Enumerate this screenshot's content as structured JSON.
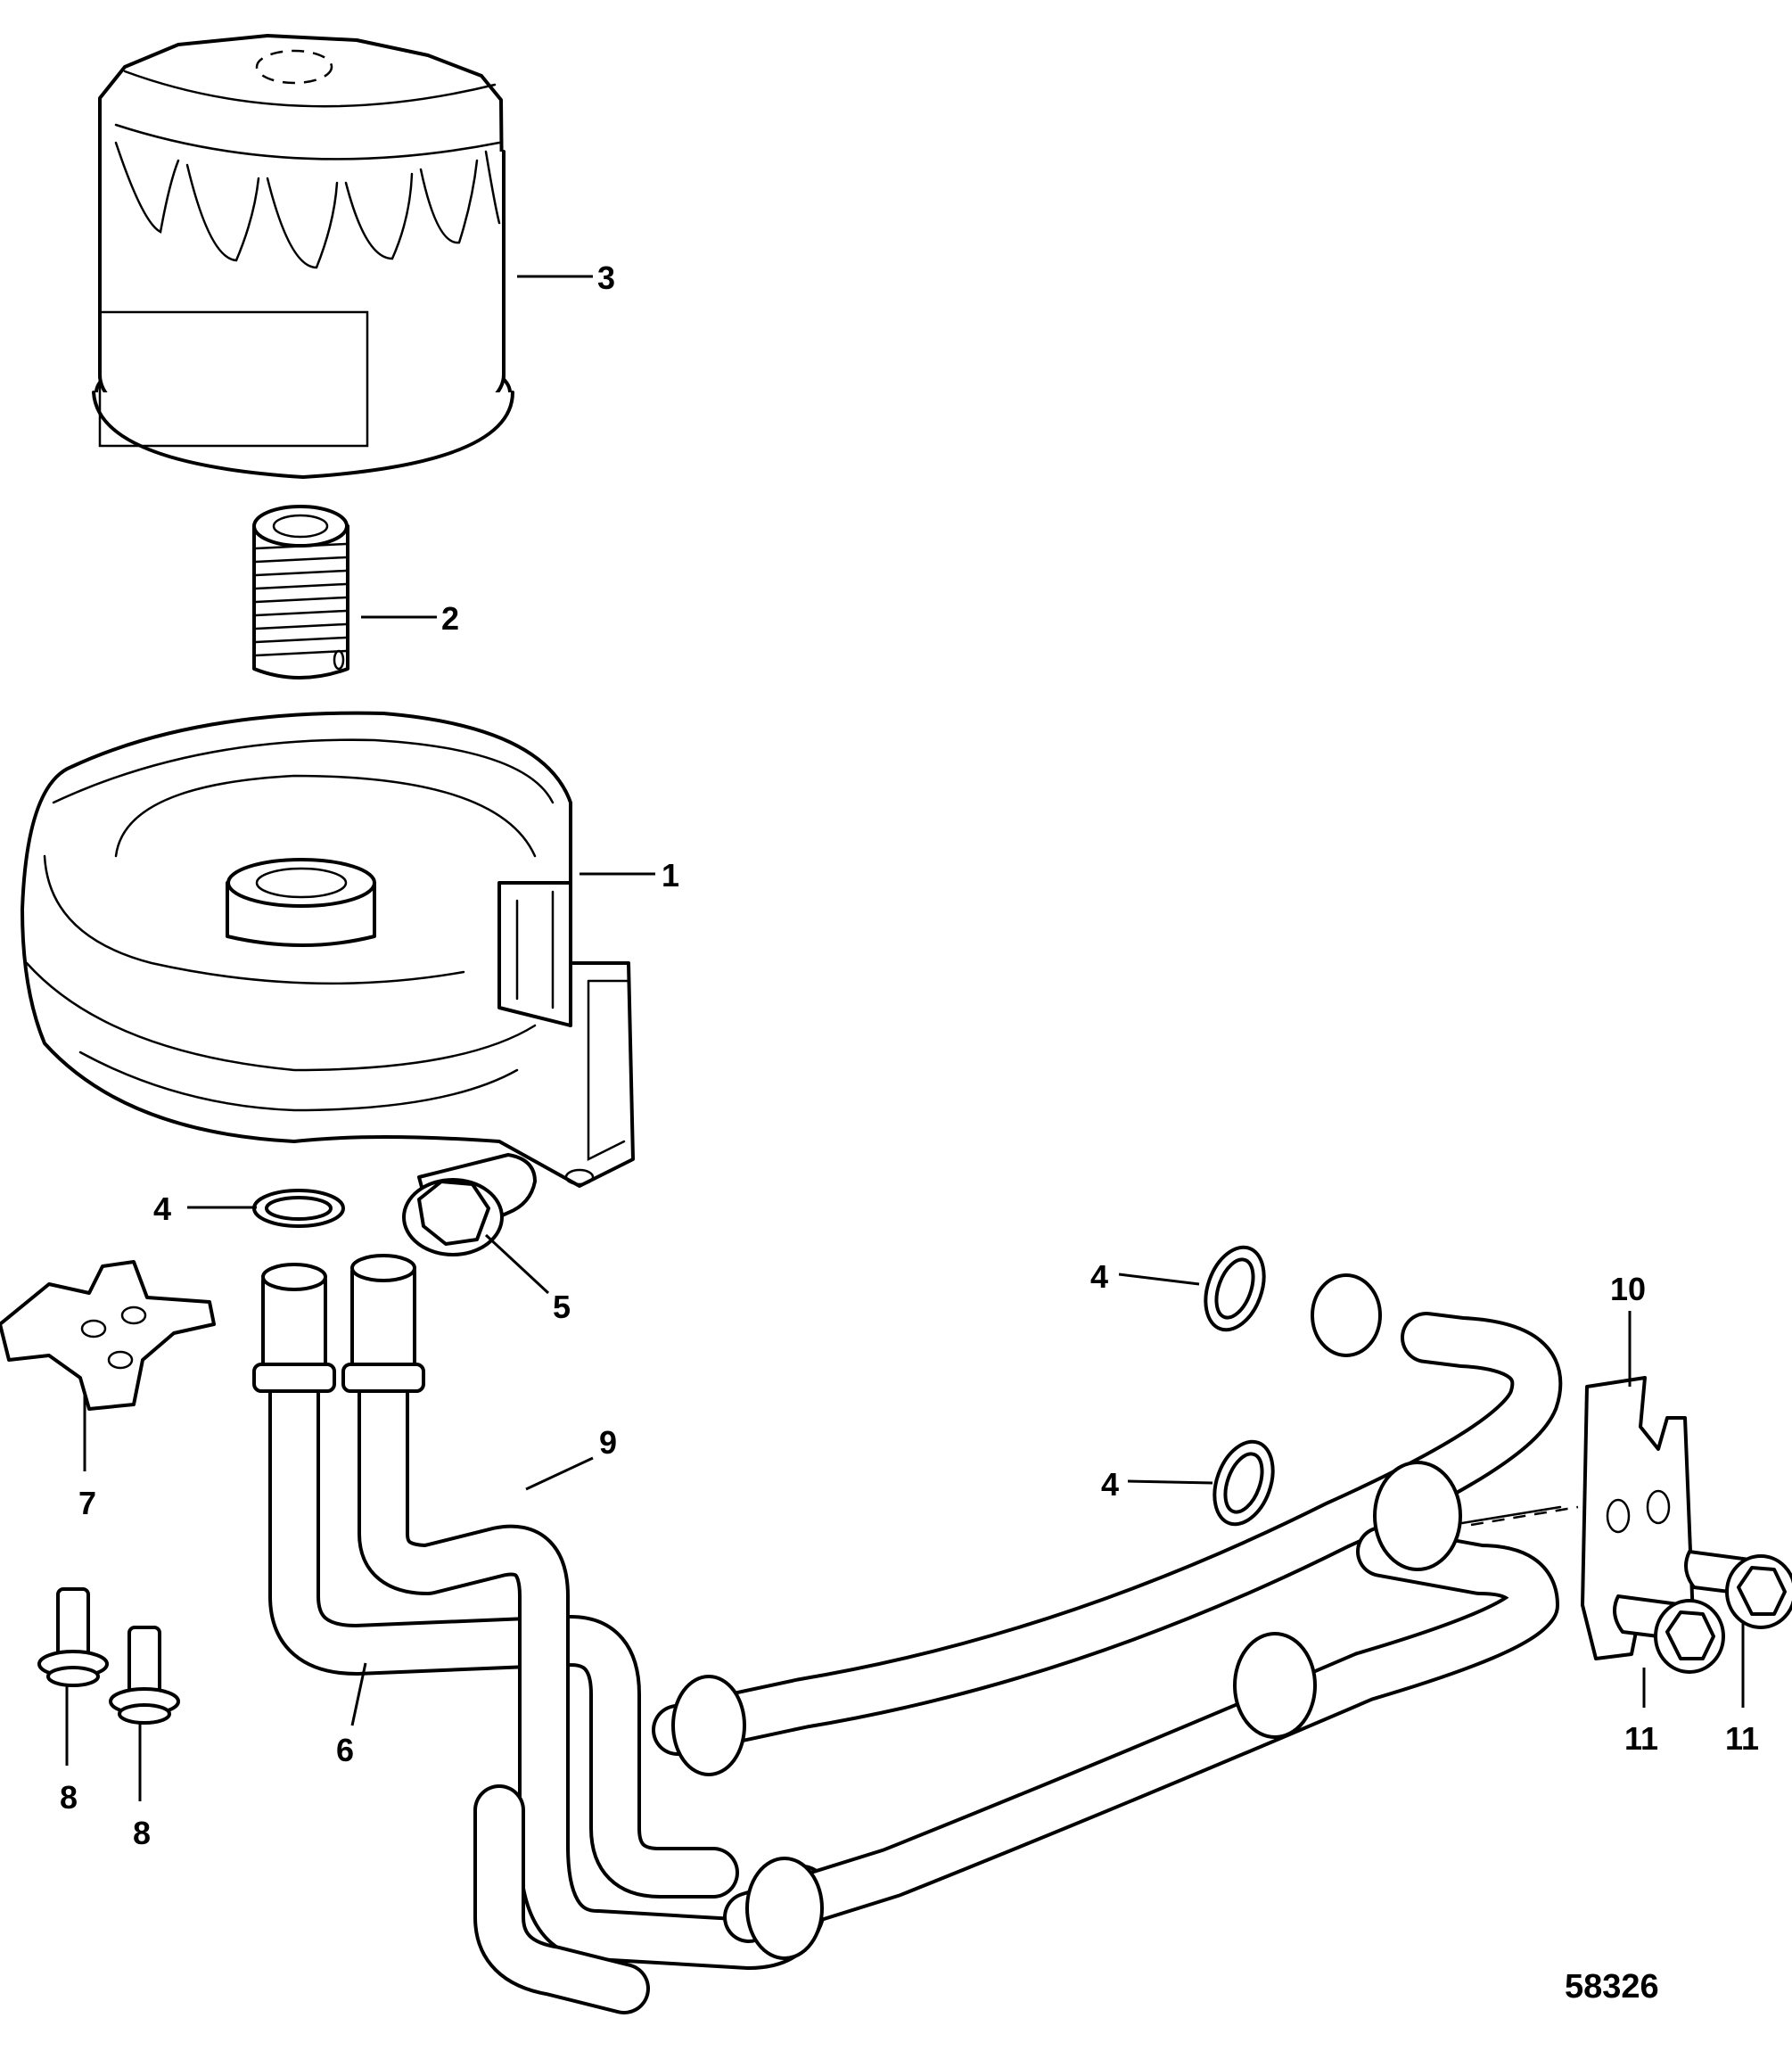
{
  "diagram": {
    "callouts": {
      "c1": "1",
      "c2": "2",
      "c3": "3",
      "c4a": "4",
      "c4b": "4",
      "c4c": "4",
      "c5": "5",
      "c6": "6",
      "c7": "7",
      "c8a": "8",
      "c8b": "8",
      "c9": "9",
      "c10": "10",
      "c11a": "11",
      "c11b": "11"
    },
    "figure_number": "58326"
  }
}
